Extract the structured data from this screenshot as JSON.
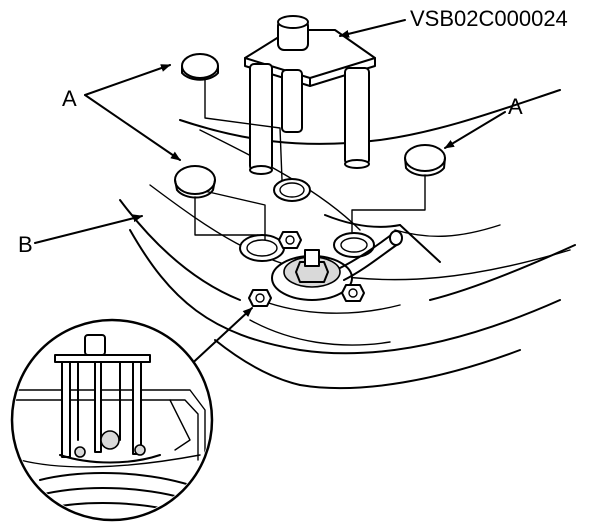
{
  "figure": {
    "tool_code": "VSB02C000024",
    "label_a": "A",
    "label_b": "B"
  }
}
